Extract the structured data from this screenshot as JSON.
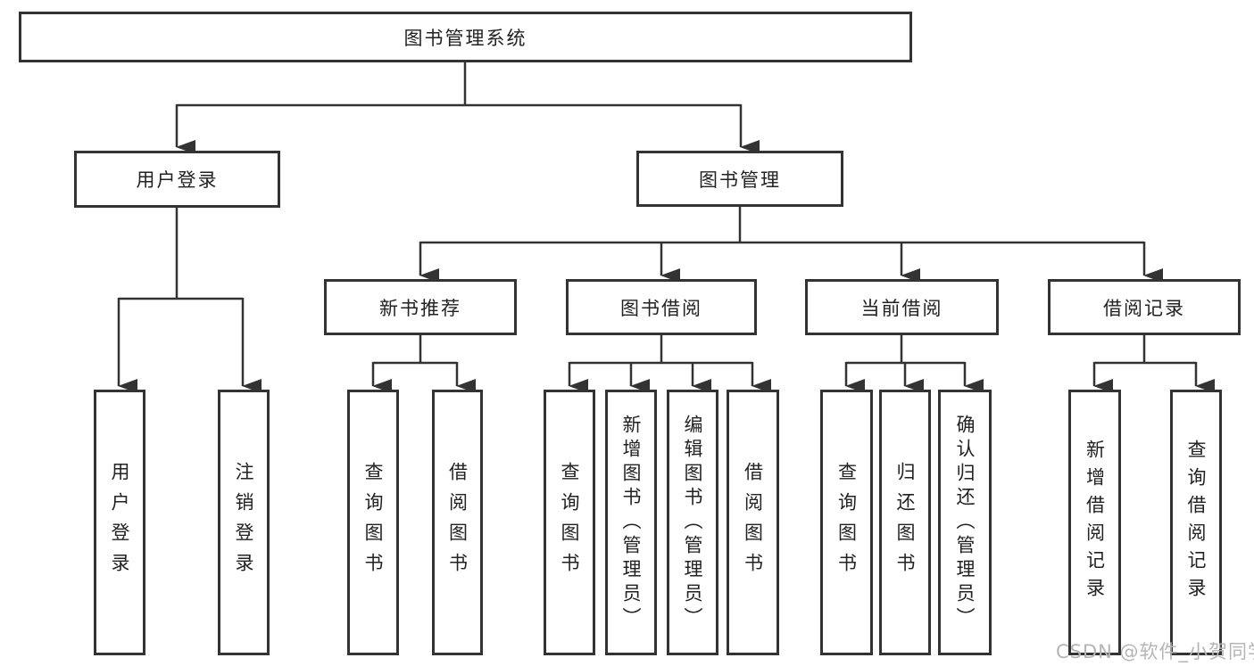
{
  "diagram": {
    "title": "图书管理系统",
    "type": "hierarchy-tree",
    "colors": {
      "line": "#333333",
      "box_border": "#333333",
      "text": "#222222",
      "background": "#ffffff",
      "watermark_text_color": "#b5b5b5"
    },
    "tree": {
      "label": "图书管理系统",
      "children": [
        {
          "label": "用户登录",
          "children": [
            {
              "label": "用户登录"
            },
            {
              "label": "注销登录"
            }
          ]
        },
        {
          "label": "图书管理",
          "children": [
            {
              "label": "新书推荐",
              "children": [
                {
                  "label": "查询图书"
                },
                {
                  "label": "借阅图书"
                }
              ]
            },
            {
              "label": "图书借阅",
              "children": [
                {
                  "label": "查询图书"
                },
                {
                  "label": "新增图书（管理员）"
                },
                {
                  "label": "编辑图书（管理员）"
                },
                {
                  "label": "借阅图书"
                }
              ]
            },
            {
              "label": "当前借阅",
              "children": [
                {
                  "label": "查询图书"
                },
                {
                  "label": "归还图书"
                },
                {
                  "label": "确认归还（管理员）"
                }
              ]
            },
            {
              "label": "借阅记录",
              "children": [
                {
                  "label": "新增借阅记录"
                },
                {
                  "label": "查询借阅记录"
                }
              ]
            }
          ]
        }
      ]
    },
    "watermark": {
      "text": "CSDN @软件_小贺同学"
    }
  }
}
